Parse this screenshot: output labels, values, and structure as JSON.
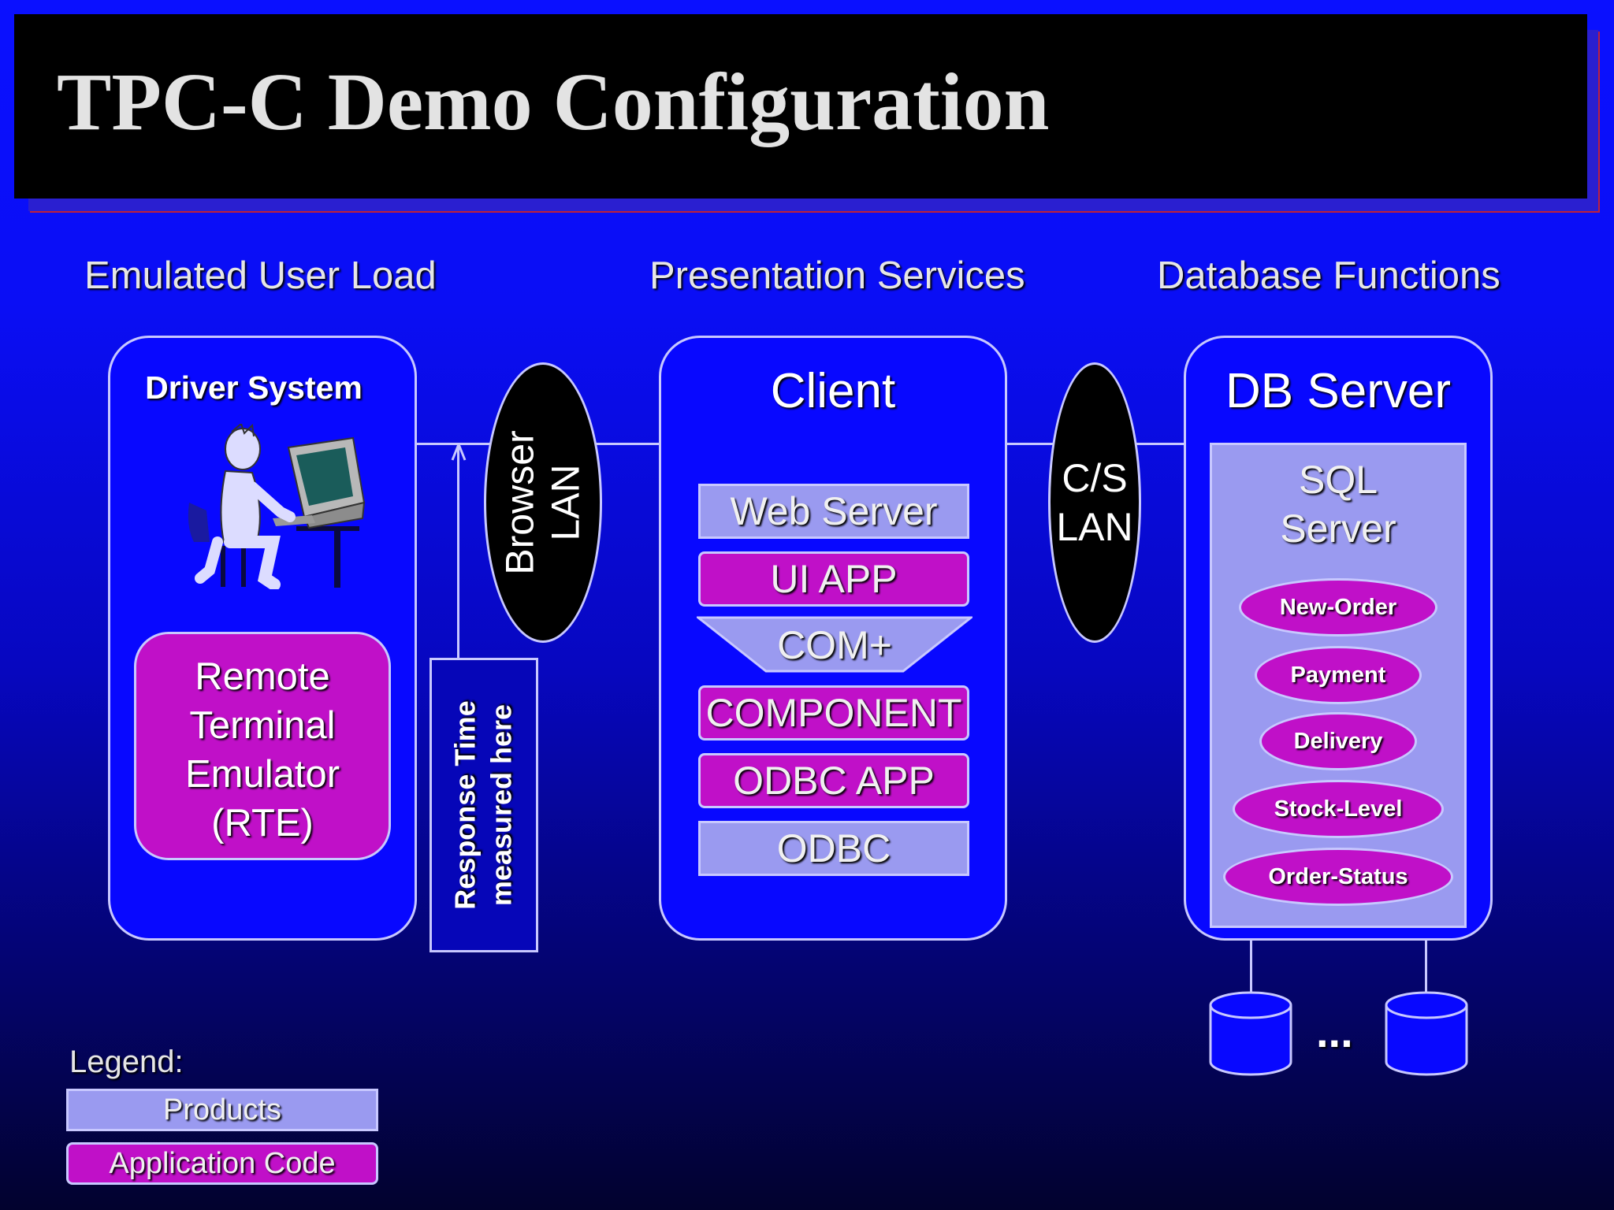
{
  "title": "TPC-C Demo Configuration",
  "sections": {
    "emulated": "Emulated User Load",
    "presentation": "Presentation Services",
    "database": "Database Functions"
  },
  "driver": {
    "title": "Driver System",
    "rte": [
      "Remote",
      "Terminal",
      "Emulator",
      "(RTE)"
    ]
  },
  "browser_lan": [
    "Browser",
    "LAN"
  ],
  "response_time": [
    "Response Time",
    "measured here"
  ],
  "client": {
    "title": "Client",
    "stack": [
      {
        "label": "Web Server",
        "kind": "product"
      },
      {
        "label": "UI APP",
        "kind": "app"
      },
      {
        "label": "COM+",
        "kind": "product"
      },
      {
        "label": "COMPONENT",
        "kind": "app"
      },
      {
        "label": "ODBC APP",
        "kind": "app"
      },
      {
        "label": "ODBC",
        "kind": "product"
      }
    ]
  },
  "cs_lan": [
    "C/S",
    "LAN"
  ],
  "db_server": {
    "title": "DB Server",
    "sql": [
      "SQL",
      "Server"
    ],
    "transactions": [
      "New-Order",
      "Payment",
      "Delivery",
      "Stock-Level",
      "Order-Status"
    ],
    "ellipsis": "..."
  },
  "legend": {
    "title": "Legend:",
    "products": "Products",
    "app_code": "Application Code"
  },
  "colors": {
    "product": "#9a9af0",
    "app_code": "#c010c8",
    "panel": "#0808ff",
    "title_bar": "#000000"
  }
}
